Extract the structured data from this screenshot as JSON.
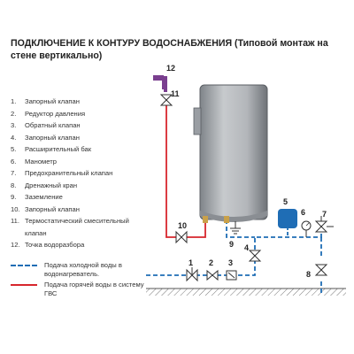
{
  "title": "ПОДКЛЮЧЕНИЕ К КОНТУРУ ВОДОСНАБЖЕНИЯ (Типовой монтаж на стене вертикально)",
  "components": [
    {
      "num": "1.",
      "label": "Запорный клапан"
    },
    {
      "num": "2.",
      "label": "Редуктор давления"
    },
    {
      "num": "3.",
      "label": "Обратный клапан"
    },
    {
      "num": "4.",
      "label": "Запорный клапан"
    },
    {
      "num": "5.",
      "label": "Расширительный бак"
    },
    {
      "num": "6.",
      "label": "Манометр"
    },
    {
      "num": "7.",
      "label": "Предохранительный клапан"
    },
    {
      "num": "8.",
      "label": "Дренажный кран"
    },
    {
      "num": "9.",
      "label": "Заземление"
    },
    {
      "num": "10.",
      "label": "Запорный клапан"
    },
    {
      "num": "11.",
      "label": "Термостатический смесительный клапан"
    },
    {
      "num": "12.",
      "label": "Точка водоразбора"
    }
  ],
  "line_key": {
    "cold": "Подача холодной воды в водонагреватель.",
    "hot": "Подача горячей воды в систему ГВС"
  },
  "callouts": [
    "1",
    "2",
    "3",
    "4",
    "5",
    "6",
    "7",
    "8",
    "9",
    "10",
    "11",
    "12"
  ],
  "colors": {
    "hot": "#d7262d",
    "cold": "#1f6db5",
    "tank": "#a9adb2"
  }
}
